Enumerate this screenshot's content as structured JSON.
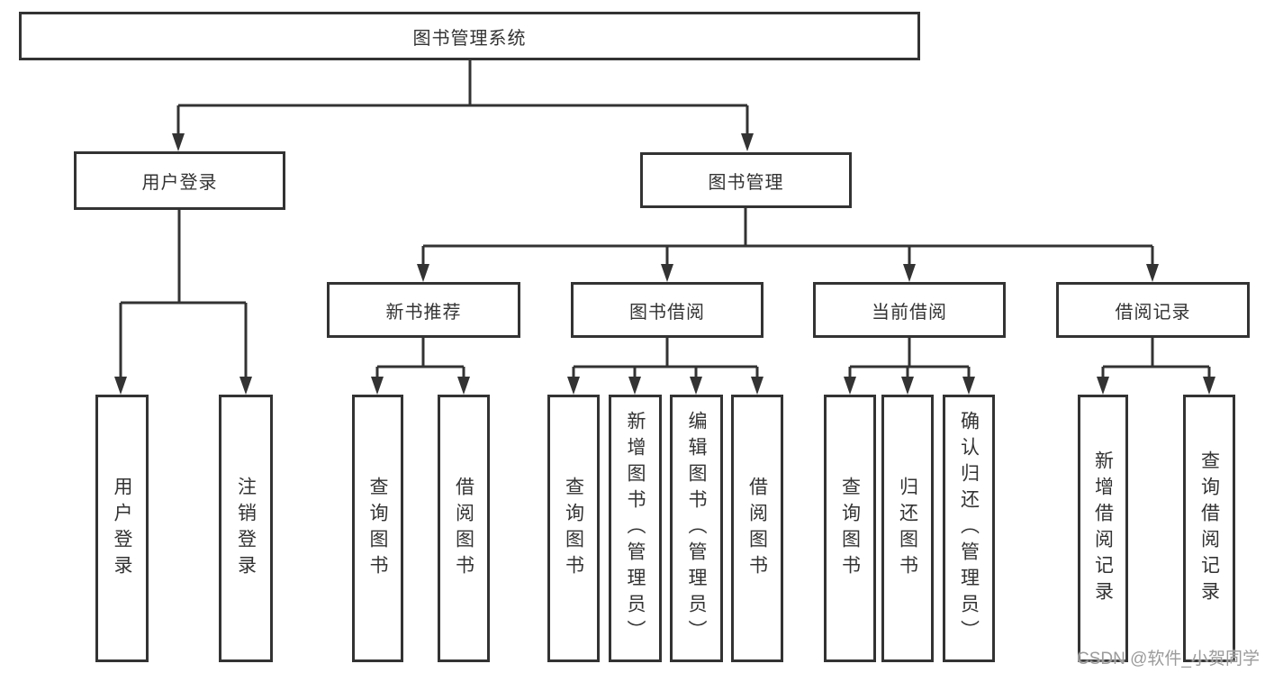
{
  "colors": {
    "line": "#333333",
    "text": "#333333",
    "box_background": "#ffffff",
    "watermark": "#9b9b9b",
    "background": "#ffffff"
  },
  "diagram": {
    "root": {
      "label": "图书管理系统"
    },
    "level2": [
      {
        "label": "用户登录",
        "parent": "图书管理系统"
      },
      {
        "label": "图书管理",
        "parent": "图书管理系统"
      }
    ],
    "level3": [
      {
        "label": "新书推荐",
        "parent": "图书管理"
      },
      {
        "label": "图书借阅",
        "parent": "图书管理"
      },
      {
        "label": "当前借阅",
        "parent": "图书管理"
      },
      {
        "label": "借阅记录",
        "parent": "图书管理"
      }
    ],
    "leaves": [
      {
        "label": "用户登录",
        "parent": "用户登录"
      },
      {
        "label": "注销登录",
        "parent": "用户登录"
      },
      {
        "label": "查询图书",
        "parent": "新书推荐"
      },
      {
        "label": "借阅图书",
        "parent": "新书推荐"
      },
      {
        "label": "查询图书",
        "parent": "图书借阅"
      },
      {
        "label": "新增图书（管理员）",
        "parent": "图书借阅"
      },
      {
        "label": "编辑图书（管理员）",
        "parent": "图书借阅"
      },
      {
        "label": "借阅图书",
        "parent": "图书借阅"
      },
      {
        "label": "查询图书",
        "parent": "当前借阅"
      },
      {
        "label": "归还图书",
        "parent": "当前借阅"
      },
      {
        "label": "确认归还（管理员）",
        "parent": "当前借阅"
      },
      {
        "label": "新增借阅记录",
        "parent": "借阅记录"
      },
      {
        "label": "查询借阅记录",
        "parent": "借阅记录"
      }
    ]
  },
  "watermark": {
    "text": "CSDN @软件_小贺同学"
  }
}
